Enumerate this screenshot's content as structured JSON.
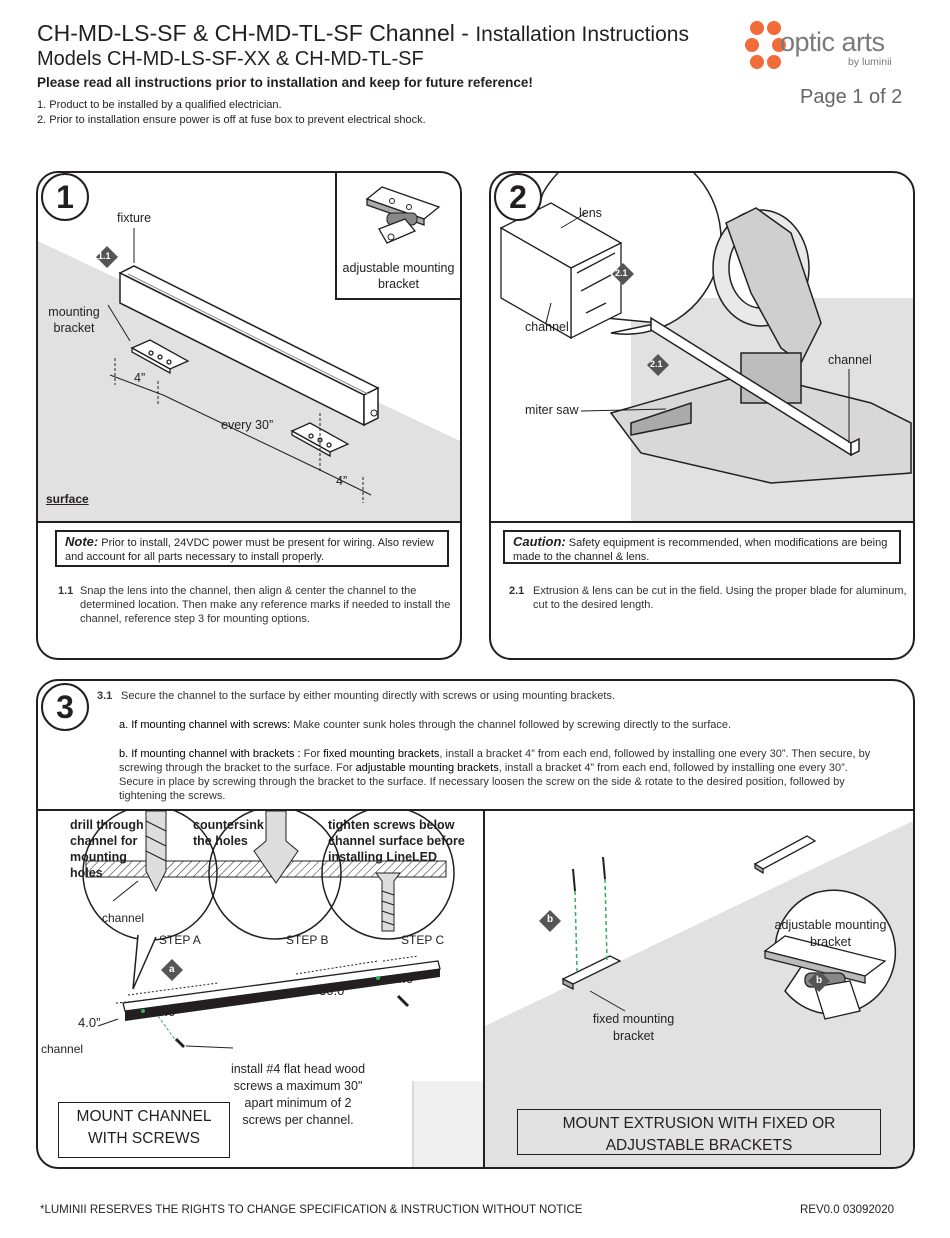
{
  "header": {
    "title": "CH-MD-LS-SF & CH-MD-TL-SF Channel -",
    "title_sub": "Installation Instructions",
    "models": "Models CH-MD-LS-SF-XX & CH-MD-TL-SF",
    "read_all": "Please read all instructions prior to installation and keep for future reference!",
    "notes": [
      "1. Product to be installed by a qualified electrician.",
      "2. Prior to installation ensure power is off at fuse box to prevent electrical shock."
    ],
    "logo_text": "optic arts",
    "logo_by": "by luminii",
    "page": "Page 1 of 2",
    "brand_color": "#f26b3a"
  },
  "step1": {
    "number": "1",
    "labels": {
      "fixture": "fixture",
      "adjustable_bracket": "adjustable mounting bracket",
      "mounting_bracket": "mounting bracket",
      "dim_4": "4”",
      "every_30": "every 30”",
      "dim_4b": "4”",
      "surface": "surface",
      "badge": "1.1"
    },
    "note_title": "Note:",
    "note_text": "Prior to install, 24VDC power must be present for wiring. Also review and account for all parts necessary to install properly.",
    "instr_num": "1.1",
    "instr_text": "Snap the lens into the channel, then align & center the channel to the determined location. Then make any reference marks if needed to install the channel, reference step 3 for mounting options."
  },
  "step2": {
    "number": "2",
    "labels": {
      "lens": "lens",
      "channel_a": "channel",
      "channel_b": "channel",
      "miter_saw": "miter saw",
      "badge_a": "2.1",
      "badge_b": "2.1"
    },
    "caution_title": "Caution:",
    "caution_text": "Safety equipment is recommended, when modifications are being made to the channel & lens.",
    "instr_num": "2.1",
    "instr_text": "Extrusion & lens can be cut in the field. Using the proper blade for aluminum, cut to the desired length."
  },
  "step3": {
    "number": "3",
    "intro_num": "3.1",
    "intro_text": "Secure the channel to the surface by either mounting directly with screws or using mounting brackets.",
    "a_lead": "a. If mounting channel with screws:",
    "a_text": "Make counter sunk holes through the channel followed by screwing directly to the surface.",
    "b_lead": "b. If mounting channel with brackets :",
    "b_text_1": "For",
    "b_fixed": "fixed mounting brackets",
    "b_text_2": ", install a bracket 4” from each end, followed by installing one every 30”. Then secure, by screwing through the bracket to the surface. For",
    "b_adjustable": "adjustable mounting brackets",
    "b_text_3": ", install a bracket 4” from each end, followed by installing one every 30”. Secure in place by screwing through the bracket to the surface. If necessary  loosen the screw on the side & rotate to the desired position, followed by tightening the screws.",
    "left": {
      "drill": "drill through channel for mounting holes",
      "countersink": "countersink the holes",
      "tighten": "tighten screws below channel surface before installing LineLED",
      "channel_a": "channel",
      "step_a": "STEP A",
      "step_b": "STEP B",
      "step_c": "STEP C",
      "dim_40_a": "4.0”",
      "dim_300_a": "30.0”",
      "dim_300_b": "30.0”",
      "dim_40_b": "4.0”",
      "channel_b": "channel",
      "badge": "a",
      "install_note": "install #4 flat head wood screws a maximum 30\" apart minimum of 2 screws per channel.",
      "box": "MOUNT CHANNEL WITH SCREWS"
    },
    "right": {
      "badge_a": "b",
      "badge_b": "b",
      "fixed": "fixed mounting bracket",
      "adjustable": "adjustable mounting bracket",
      "box": "MOUNT EXTRUSION WITH FIXED OR ADJUSTABLE BRACKETS"
    }
  },
  "footer": {
    "left": "*LUMINII RESERVES THE RIGHTS TO CHANGE SPECIFICATION & INSTRUCTION WITHOUT NOTICE",
    "right": "REV0.0 03092020"
  }
}
